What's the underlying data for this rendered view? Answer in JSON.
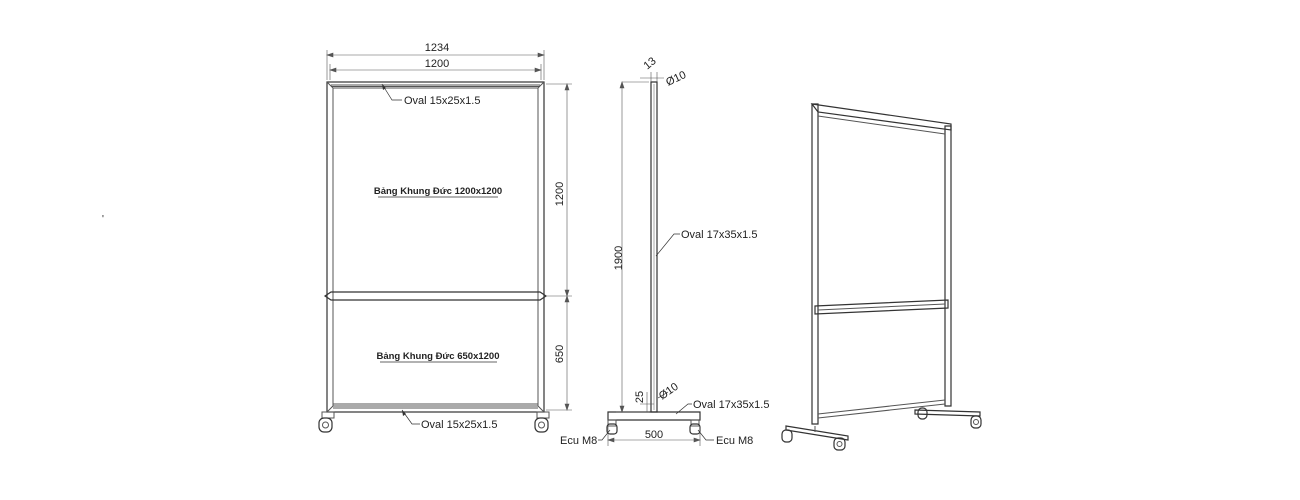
{
  "front_view": {
    "overall_width": "1234",
    "board_width": "1200",
    "top_board_height": "1200",
    "bottom_board_height": "650",
    "top_board_label": "Bảng Khung Đức 1200x1200",
    "bottom_board_label": "Bảng Khung Đức 650x1200",
    "top_frame_callout": "Oval 15x25x1.5",
    "bottom_frame_callout": "Oval 15x25x1.5"
  },
  "side_view": {
    "profile_depth": "13",
    "top_tube_dia": "Ø10",
    "total_height": "1900",
    "upright_callout": "Oval 17x35x1.5",
    "base_height": "25",
    "bottom_tube_dia": "Ø10",
    "base_callout": "Oval 17x35x1.5",
    "base_width": "500",
    "nut_left": "Ecu M8",
    "nut_right": "Ecu M8"
  },
  "stray_mark": "'"
}
